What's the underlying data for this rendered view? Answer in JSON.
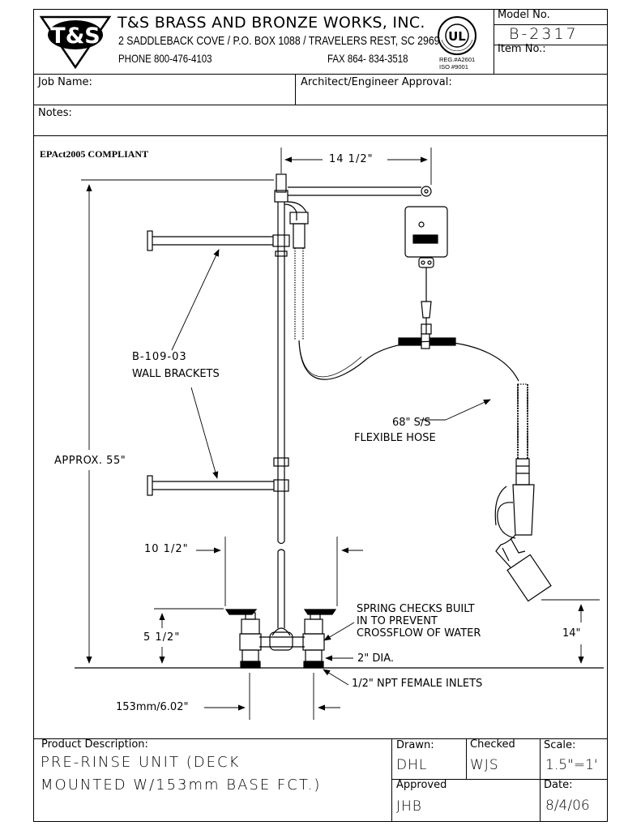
{
  "header": {
    "logo_text": "T&S",
    "company_name": "T&S BRASS AND BRONZE WORKS, INC.",
    "address": "2 SADDLEBACK COVE / P.O. BOX 1088 / TRAVELERS REST, SC 29690",
    "phone": "PHONE 800-476-4103",
    "fax": "FAX  864- 834-3518",
    "cert_reg": "REG.#A2601",
    "cert_iso": "ISO #9001",
    "model_label": "Model No.",
    "model_value": "B-2317",
    "item_label": "Item No.:"
  },
  "fields": {
    "job_name_label": "Job Name:",
    "architect_label": "Architect/Engineer Approval:",
    "notes_label": "Notes:"
  },
  "drawing": {
    "compliance": "EPAct2005 COMPLIANT",
    "dim_width": "14 1/2\"",
    "bracket_code": "B-109-03",
    "bracket_name": "WALL BRACKETS",
    "height_approx": "APPROX. 55\"",
    "hose_length": "68\" S/S",
    "hose_name": "FLEXIBLE HOSE",
    "dim_spout": "10 1/2\"",
    "dim_deck": "5 1/2\"",
    "spring_line1": "SPRING CHECKS BUILT",
    "spring_line2": "IN TO PREVENT",
    "spring_line3": "CROSSFLOW OF WATER",
    "dim_spray": "14\"",
    "dim_dia": "2\" DIA.",
    "inlets": "1/2\" NPT FEMALE INLETS",
    "base_center": "153mm/6.02\""
  },
  "footer": {
    "product_label": "Product Description:",
    "product_line1": "PRE-RINSE UNIT (DECK",
    "product_line2": "MOUNTED W/153mm BASE FCT.)",
    "drawn_label": "Drawn:",
    "drawn_value": "DHL",
    "checked_label": "Checked",
    "checked_value": "WJS",
    "scale_label": "Scale:",
    "scale_value": "1.5\"=1'",
    "approved_label": "Approved",
    "approved_value": "JHB",
    "date_label": "Date:",
    "date_value": "8/4/06"
  }
}
